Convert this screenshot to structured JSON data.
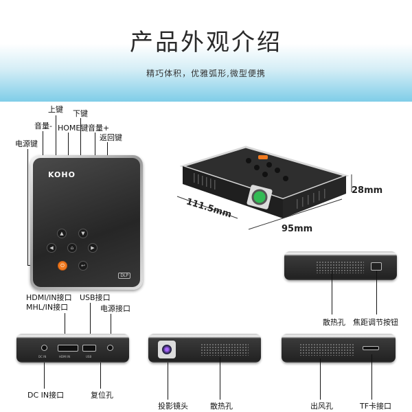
{
  "header": {
    "title": "产品外观介绍",
    "subtitle": "精巧体积，优雅弧形,微型便携"
  },
  "top_labels": {
    "up_key": "上键",
    "down_key": "下键",
    "volume_minus": "音量-",
    "home_key": "HOME键",
    "volume_plus": "音量+",
    "back_key": "返回键",
    "power_key": "电源键"
  },
  "device": {
    "brand": "KOHO",
    "dlp_badge": "DLP"
  },
  "dimensions": {
    "length": "111.5mm",
    "width": "95mm",
    "height": "28mm"
  },
  "right_side_labels": {
    "vent": "散热孔",
    "focus_knob": "焦距调节按钮"
  },
  "bottom_labels": {
    "hdmi": "HDMI/IN接口",
    "mhl": "MHL/IN接口",
    "usb": "USB接口",
    "power_port": "电源接口",
    "dc_in": "DC IN接口",
    "reset": "复位孔",
    "lens": "投影镜头",
    "vent": "散热孔",
    "air_out": "出风孔",
    "tf_card": "TF卡接口"
  },
  "port_markings": {
    "dc": "DC IN",
    "hdmi": "HDMI IN",
    "usb": "USB"
  },
  "colors": {
    "header_gradient_end": "#7fcde8",
    "power_button": "#f07a1f",
    "device_body": "#262626"
  }
}
